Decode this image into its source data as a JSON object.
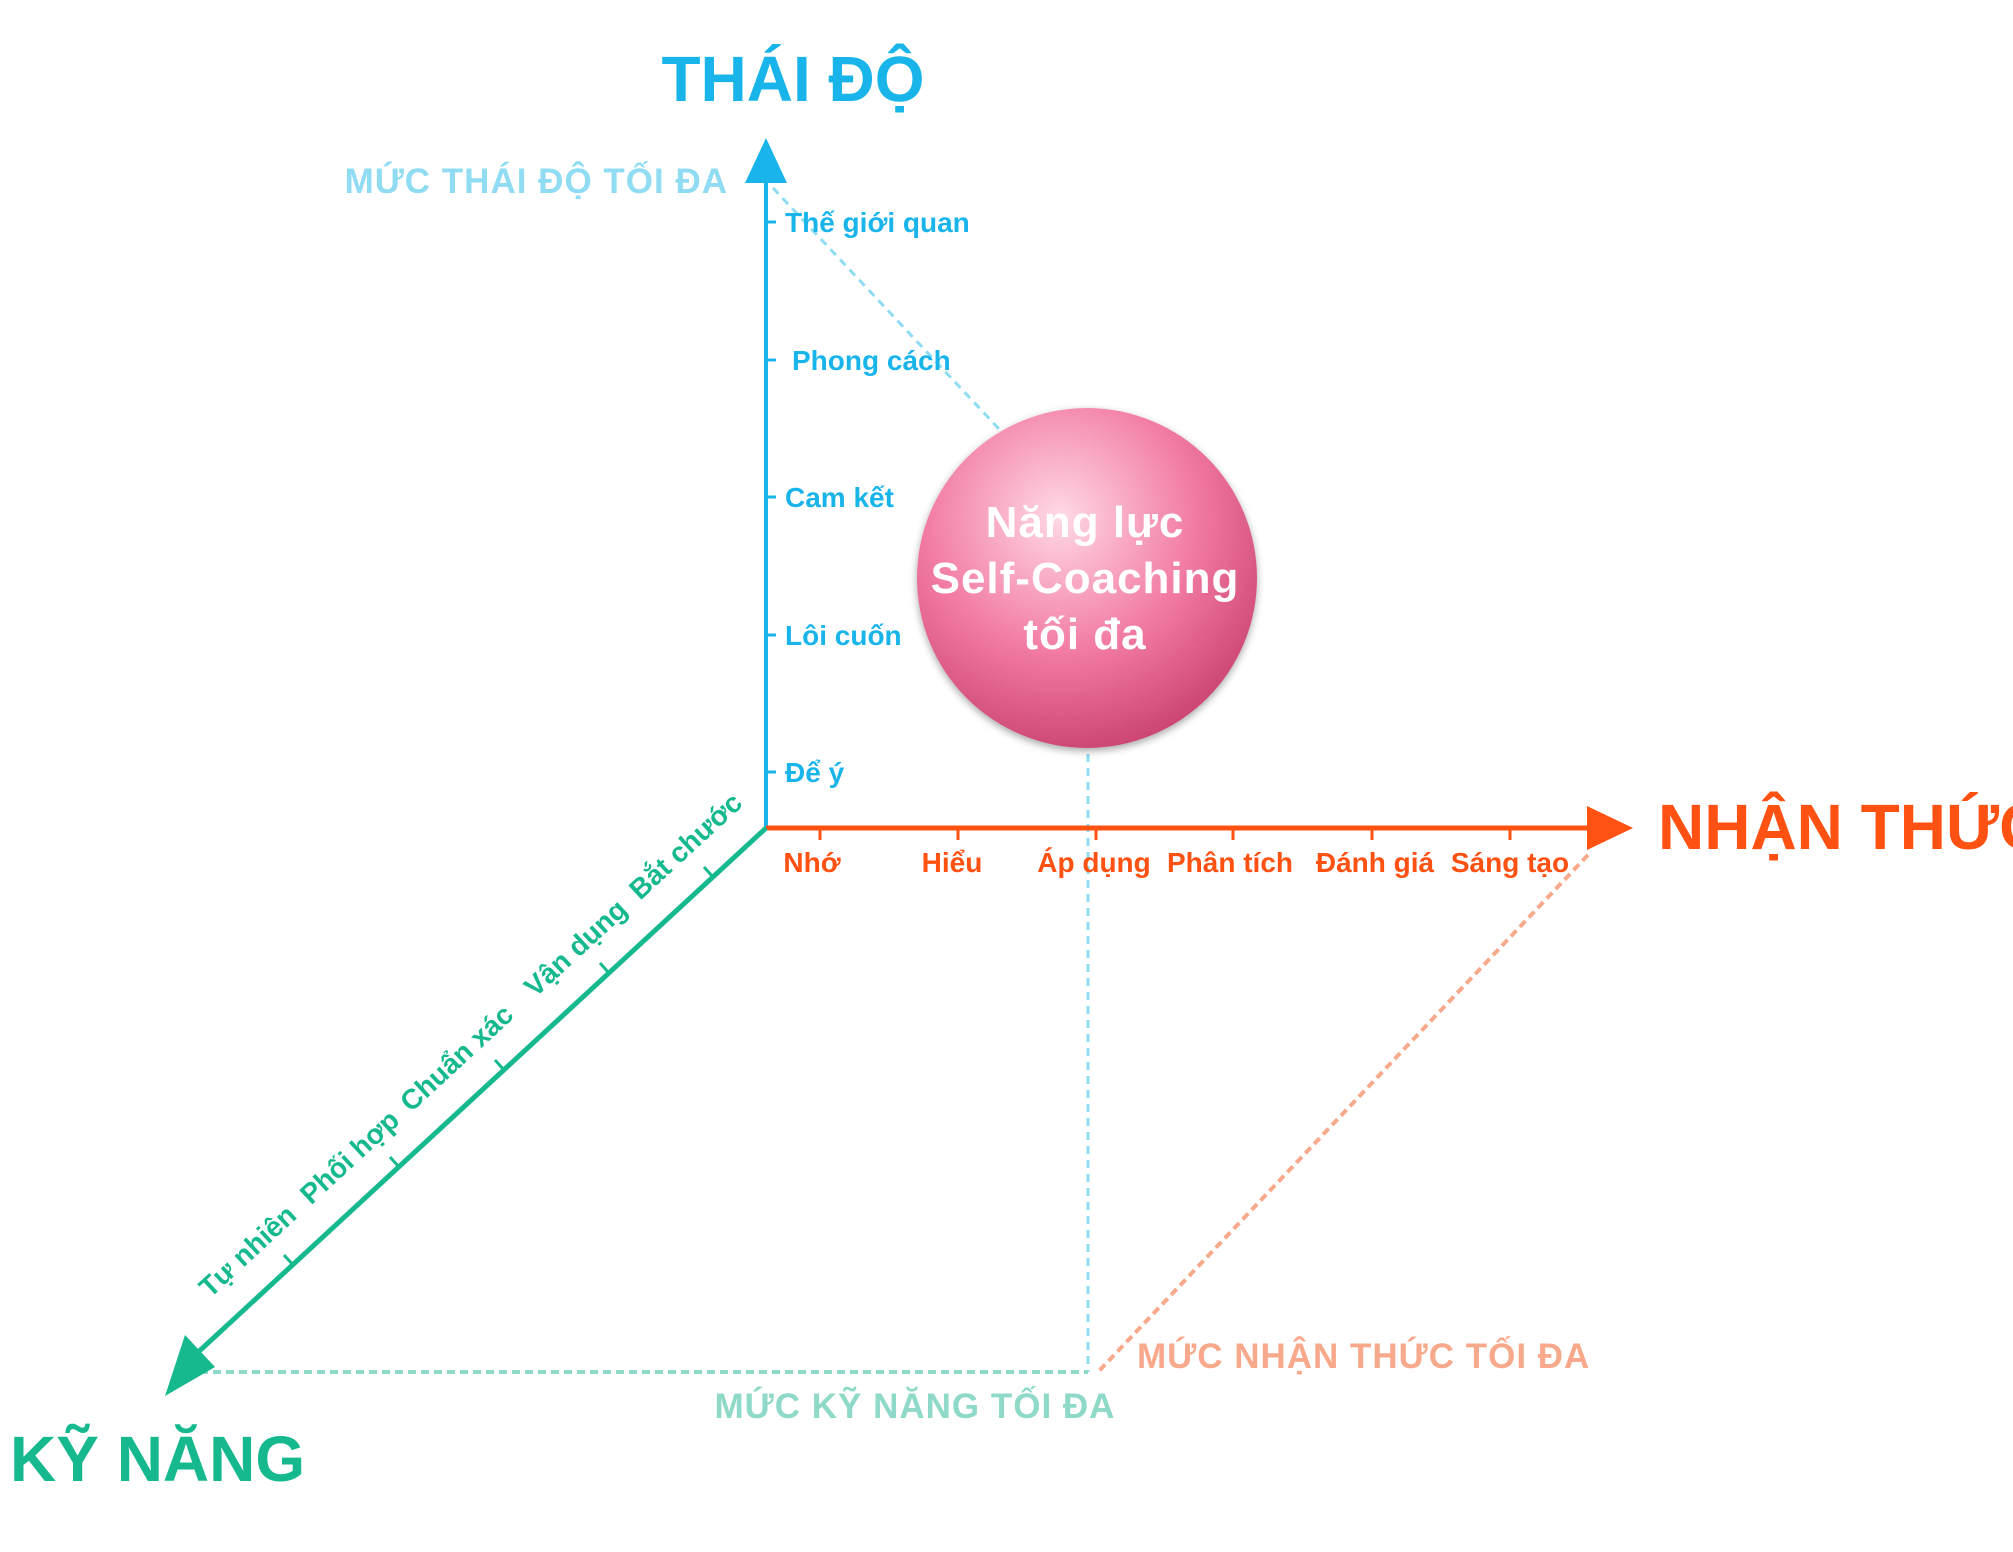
{
  "colors": {
    "attitude": "#19b5ea",
    "attitude_light": "#8fdcf3",
    "knowledge": "#fe5112",
    "knowledge_light": "#f8a98b",
    "skill": "#15b98d",
    "skill_light": "#8ed9c7",
    "sphere_highlight": "#ffd9e6",
    "sphere_mid": "#f27ba3",
    "sphere_dark": "#c9426e"
  },
  "axes": {
    "attitude": {
      "title": "THÁI ĐỘ",
      "max_label": "MỨC THÁI ĐỘ TỐI ĐA",
      "ticks": [
        "Để ý",
        "Lôi cuốn",
        "Cam kết",
        "Phong cách",
        "Thế giới quan"
      ]
    },
    "knowledge": {
      "title": "NHẬN THỨC",
      "max_label": "MỨC NHẬN THỨC TỐI ĐA",
      "ticks": [
        "Nhớ",
        "Hiểu",
        "Áp dụng",
        "Phân tích",
        "Đánh giá",
        "Sáng tạo"
      ]
    },
    "skill": {
      "title": "KỸ NĂNG",
      "max_label": "MỨC KỸ NĂNG TỐI ĐA",
      "ticks": [
        "Bắt chước",
        "Vận dụng",
        "Chuẩn xác",
        "Phối hợp",
        "Tự nhiên"
      ]
    }
  },
  "sphere": {
    "lines": [
      "Năng lực",
      "Self-Coaching",
      "tối đa"
    ]
  },
  "icons": {
    "arrowheads": "triangle-arrow-icon"
  }
}
